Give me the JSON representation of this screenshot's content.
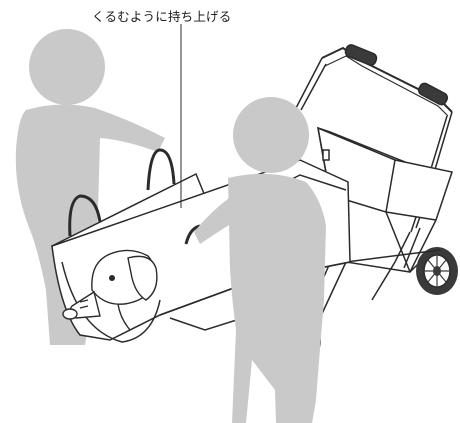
{
  "callout": {
    "text": "くるむように持ち上げる"
  },
  "figures": [
    "person-icon",
    "person-icon"
  ],
  "objects": [
    "stroller-wagon",
    "fabric-sling",
    "dog"
  ],
  "colors": {
    "person_gray": "#c9c9c9",
    "line": "#2b2b2b",
    "fabric": "#ffffff",
    "wheel": "#3a3a3a"
  }
}
